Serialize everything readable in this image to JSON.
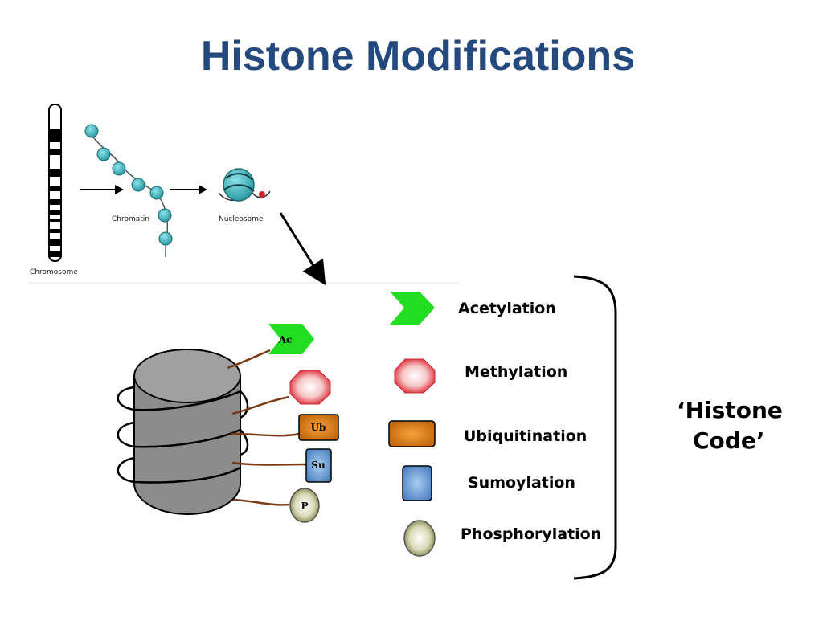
{
  "title": "Histone Modifications",
  "top_panel": {
    "chromosome_label": "Chromosome",
    "chromatin_label": "Chromatin",
    "nucleosome_label": "Nucleosome"
  },
  "nucleosome_tags": {
    "acetyl": "Ac",
    "ubiquitin": "Ub",
    "sumo": "Su",
    "phospho": "P"
  },
  "legend": [
    {
      "label": "Acetylation",
      "shape": "chevron",
      "color": "#22dd22"
    },
    {
      "label": "Methylation",
      "shape": "octagon",
      "color": "#e23a44"
    },
    {
      "label": "Ubiquitination",
      "shape": "rounded-rect",
      "color": "#d9770e"
    },
    {
      "label": "Sumoylation",
      "shape": "rounded-square",
      "color": "#6a9bd6"
    },
    {
      "label": "Phosphorylation",
      "shape": "ellipse",
      "color": "#9aa06a"
    }
  ],
  "histone_code": {
    "line1": "‘Histone",
    "line2": "Code’"
  }
}
